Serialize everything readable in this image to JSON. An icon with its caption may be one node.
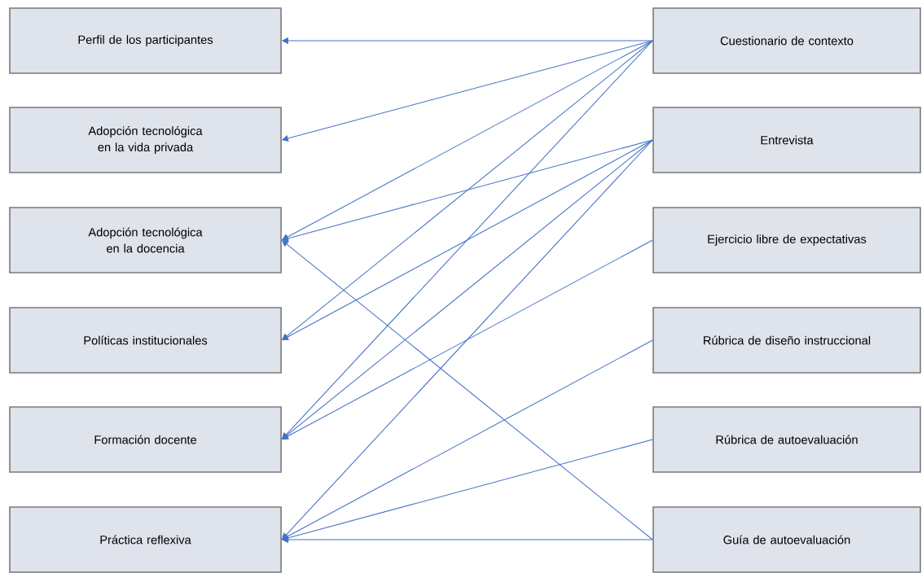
{
  "diagram": {
    "nodes": [
      {
        "text": [
          "Perfil de los participantes"
        ]
      },
      {
        "text": [
          "Adopción tecnológica en la vida privada"
        ]
      },
      {
        "text": [
          "Adopción tecnológica en la docencia"
        ]
      },
      {
        "text": [
          "Políticas institucionales"
        ]
      },
      {
        "text": [
          "Formación docente"
        ]
      },
      {
        "text": [
          "Práctica reflexiva"
        ]
      },
      {
        "text": [
          "Cuestionario de contexto"
        ]
      },
      {
        "text": [
          "Entrevista"
        ]
      },
      {
        "text": [
          "Ejercicio libre de expectativas"
        ]
      },
      {
        "text": [
          "Rúbrica de diseño instruccional"
        ]
      },
      {
        "text": [
          "Rúbrica de autoevaluación"
        ]
      },
      {
        "text": [
          "Guía de autoevaluación"
        ]
      }
    ],
    "edges": [
      {
        "from": 6,
        "to": 0,
        "arrow": "to"
      },
      {
        "from": 6,
        "to": 1,
        "arrow": "to"
      },
      {
        "from": 6,
        "to": 2,
        "arrow": "to"
      },
      {
        "from": 6,
        "to": 3,
        "arrow": "to"
      },
      {
        "from": 6,
        "to": 4,
        "arrow": "to"
      },
      {
        "from": 7,
        "to": 2,
        "arrow": "to"
      },
      {
        "from": 7,
        "to": 3,
        "arrow": "to"
      },
      {
        "from": 7,
        "to": 4,
        "arrow": "to"
      },
      {
        "from": 7,
        "to": 5,
        "arrow": "to"
      },
      {
        "from": 8,
        "to": 4,
        "arrow": "to"
      },
      {
        "from": 9,
        "to": 5,
        "arrow": "to"
      },
      {
        "from": 10,
        "to": 5,
        "arrow": "to"
      },
      {
        "from": 11,
        "to": 5,
        "arrow": "to"
      },
      {
        "from": 11,
        "to": 2,
        "arrow": "to"
      }
    ]
  }
}
